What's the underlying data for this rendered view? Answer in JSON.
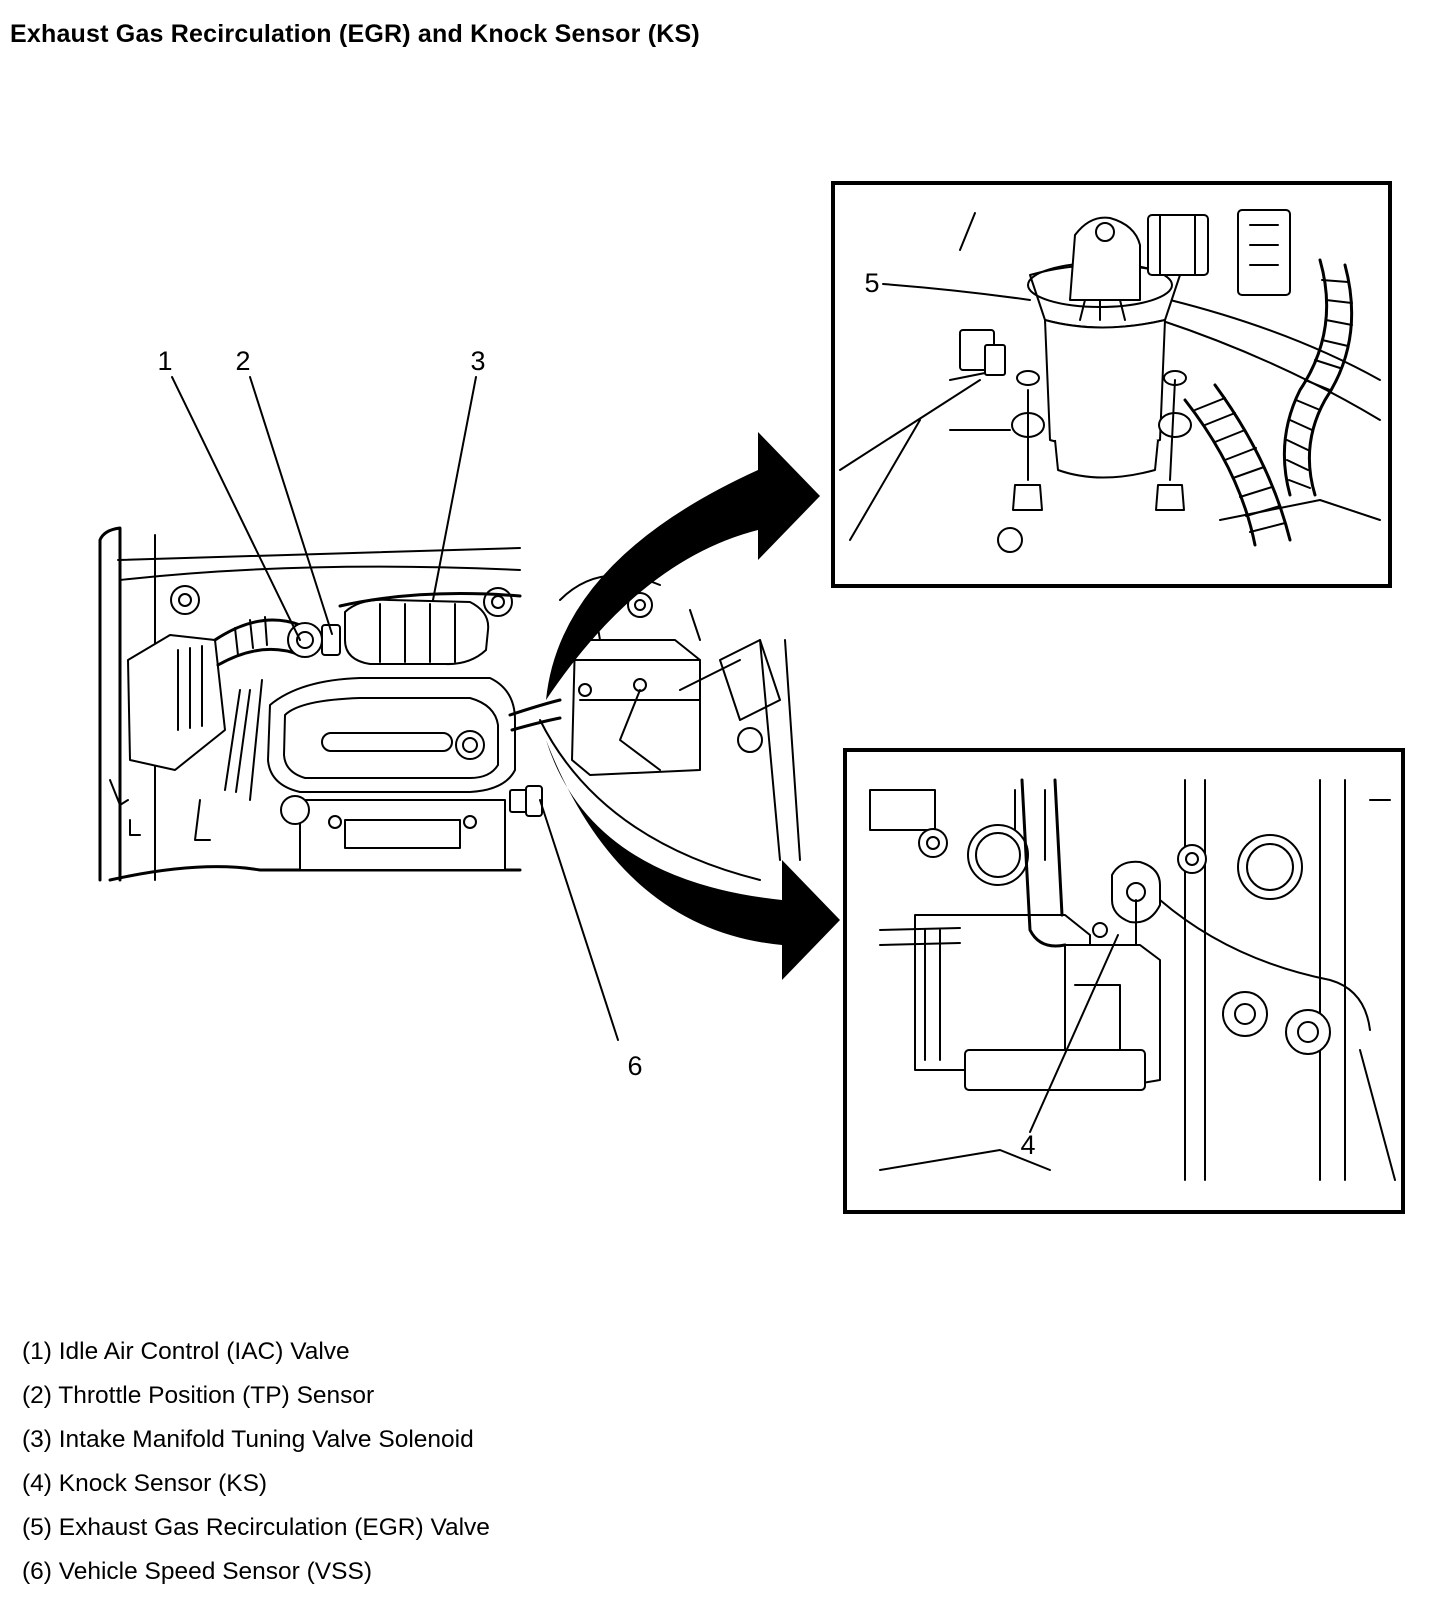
{
  "title": "Exhaust Gas Recirculation (EGR) and Knock Sensor (KS)",
  "callouts": {
    "c1": "1",
    "c2": "2",
    "c3": "3",
    "c4": "4",
    "c5": "5",
    "c6": "6"
  },
  "legend": [
    "(1) Idle Air Control (IAC) Valve",
    "(2) Throttle Position (TP) Sensor",
    "(3) Intake Manifold Tuning Valve Solenoid",
    "(4) Knock Sensor (KS)",
    "(5) Exhaust Gas Recirculation (EGR) Valve",
    "(6) Vehicle Speed Sensor (VSS)"
  ]
}
